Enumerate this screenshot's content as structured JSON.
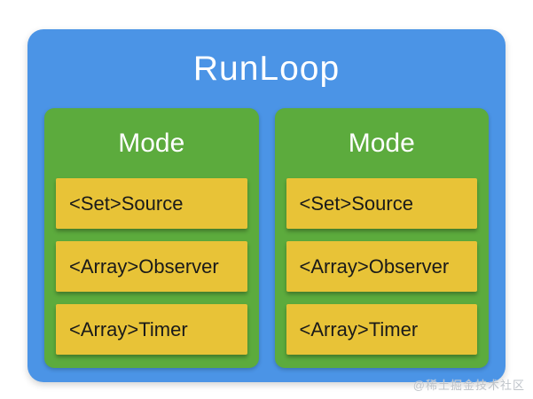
{
  "diagram": {
    "title": "RunLoop",
    "modes": [
      {
        "title": "Mode",
        "items": [
          "<Set>Source",
          "<Array>Observer",
          "<Array>Timer"
        ]
      },
      {
        "title": "Mode",
        "items": [
          "<Set>Source",
          "<Array>Observer",
          "<Array>Timer"
        ]
      }
    ]
  },
  "watermark": "@稀土掘金技术社区",
  "colors": {
    "blue": "#4B94E6",
    "green": "#5CAB3D",
    "yellow": "#E8C337",
    "text_dark": "#1a1a1a",
    "text_light": "#ffffff"
  }
}
